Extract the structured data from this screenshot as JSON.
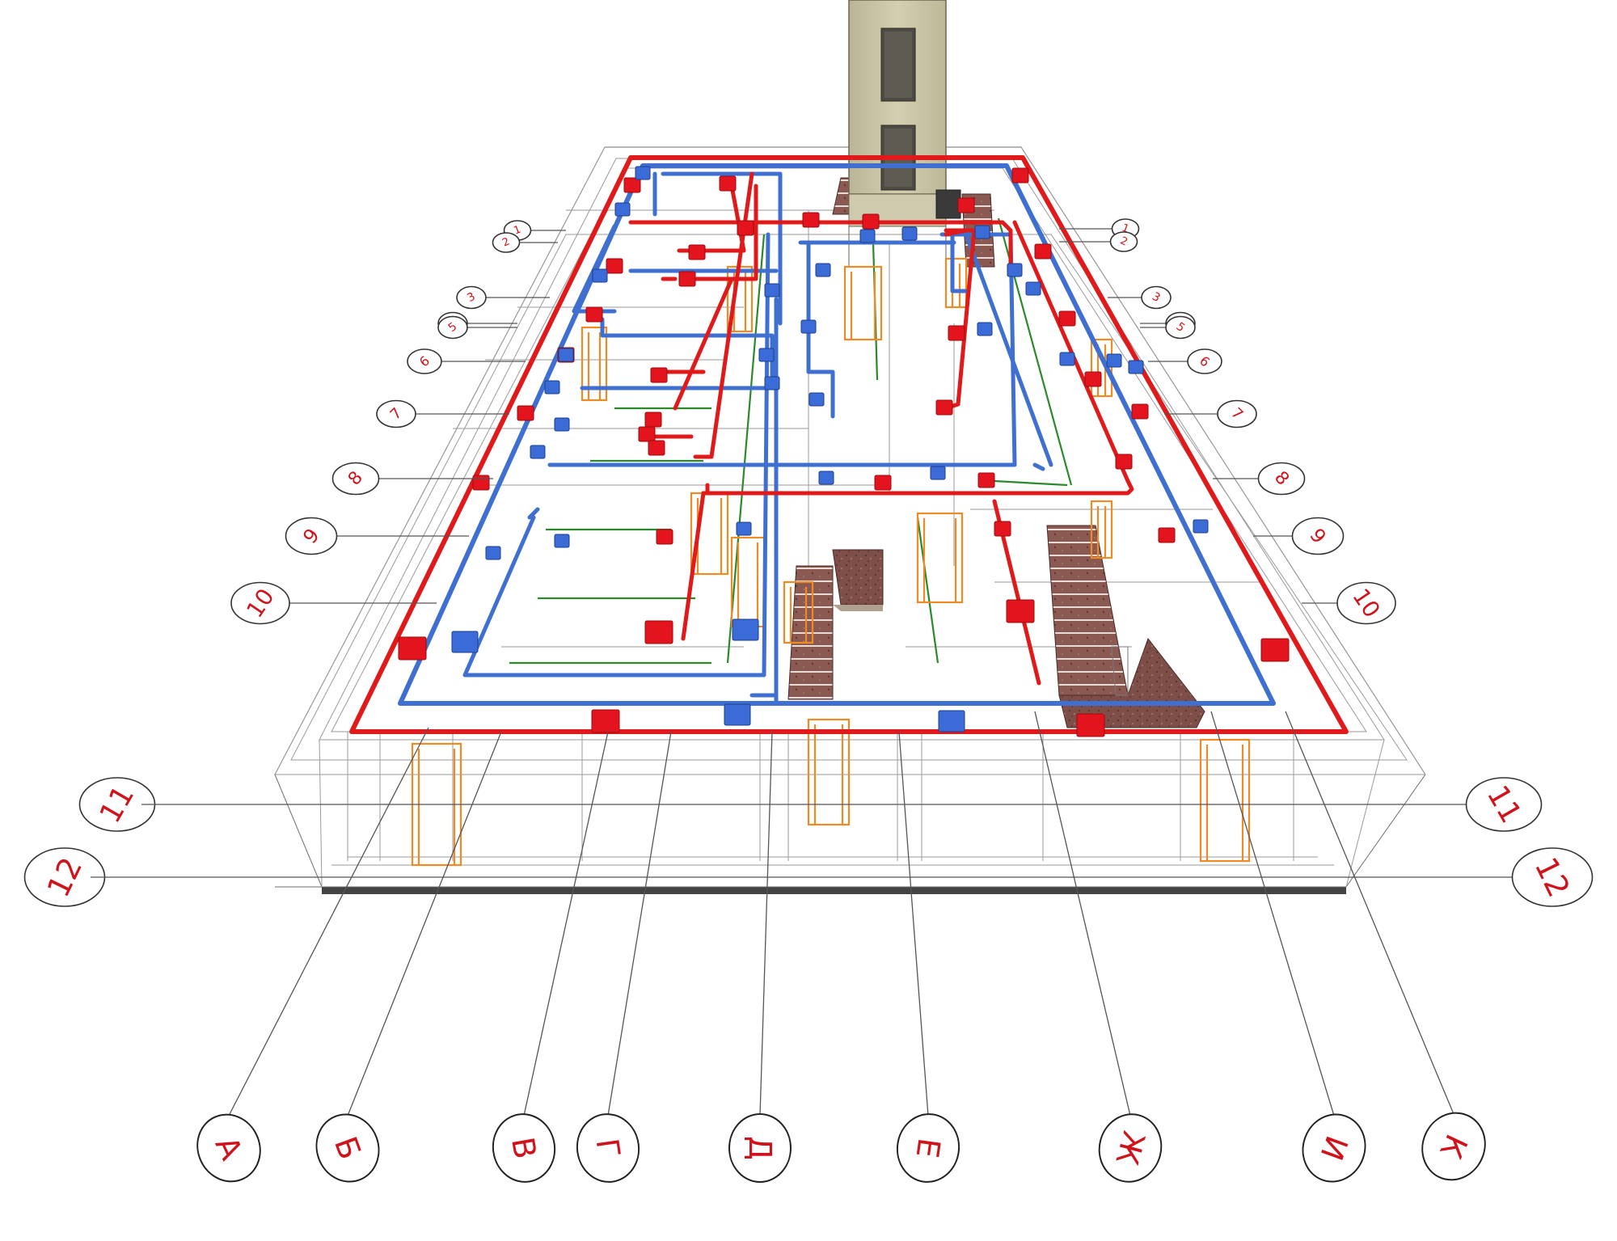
{
  "diagram": {
    "colors": {
      "hot_pipe": "#e01a1a",
      "cold_pipe": "#3f6fd0",
      "green_pipe": "#2a8a2a",
      "orange_fixture": "#f08a24",
      "axis_label_red": "#d0131b",
      "stair_brown": "#7a4a44",
      "tower_beige": "#c9c4a4"
    },
    "row_axes_left": [
      "1",
      "2",
      "3",
      "4",
      "5",
      "6",
      "7",
      "8",
      "9",
      "10",
      "11",
      "12"
    ],
    "row_axes_right": [
      "1",
      "2",
      "3",
      "4",
      "5",
      "6",
      "7",
      "8",
      "9",
      "10",
      "11",
      "12"
    ],
    "column_axes": [
      "А",
      "Б",
      "В",
      "Г",
      "Д",
      "Е",
      "Ж",
      "И",
      "К"
    ]
  }
}
